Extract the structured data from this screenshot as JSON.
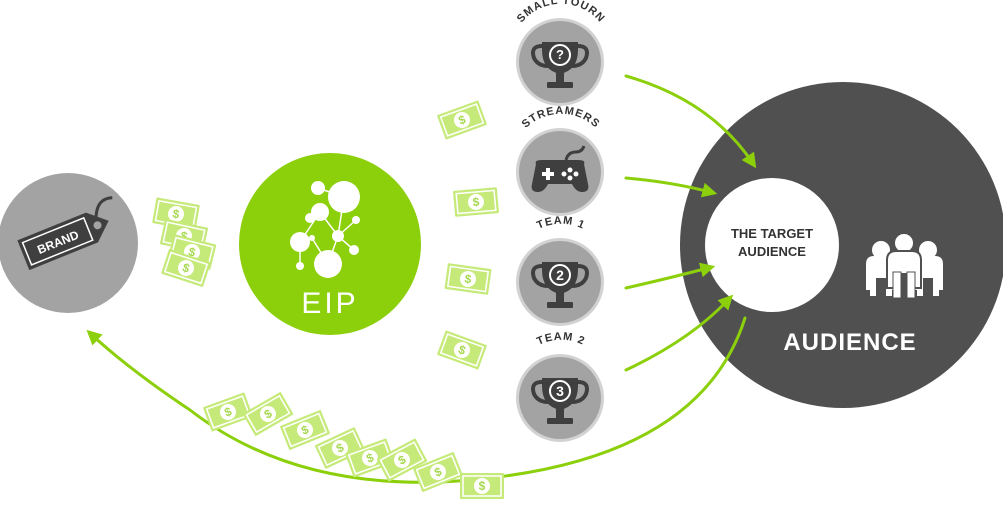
{
  "brand": {
    "label": "BRAND"
  },
  "eip": {
    "label": "EIP"
  },
  "channels": [
    {
      "label": "SMALL TOURN",
      "icon": "trophy-question-icon",
      "glyph": "?"
    },
    {
      "label": "STREAMERS",
      "icon": "gamepad-icon",
      "glyph": ""
    },
    {
      "label": "TEAM 1",
      "icon": "trophy-2-icon",
      "glyph": "2"
    },
    {
      "label": "TEAM 2",
      "icon": "trophy-3-icon",
      "glyph": "3"
    }
  ],
  "target": {
    "line1": "THE TARGET",
    "line2": "AUDIENCE"
  },
  "audience": {
    "label": "AUDIENCE",
    "icon": "people-group-icon"
  },
  "colors": {
    "green": "#8ccf0b",
    "light_green": "#c6ea7a",
    "dark_gray": "#505050",
    "mid_gray": "#a3a3a3",
    "light_gray": "#d2d2d2",
    "icon_gray": "#3f3f3f"
  },
  "icons": [
    "banknote-icon",
    "price-tag-icon",
    "molecule-icon",
    "arrow-icon"
  ]
}
